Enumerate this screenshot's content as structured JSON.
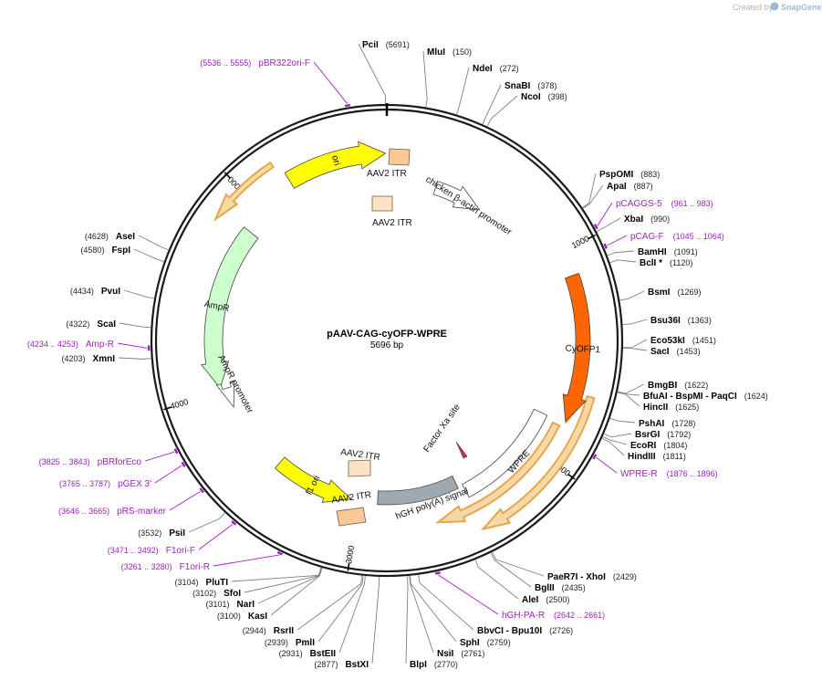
{
  "credit": {
    "text": "Created by",
    "brand": "SnapGene"
  },
  "plasmid": {
    "name": "pAAV-CAG-cyOFP-WPRE",
    "length_label": "5696 bp"
  },
  "ticks": [
    {
      "label": "1000",
      "bp": 1000
    },
    {
      "label": "2000",
      "bp": 2000
    },
    {
      "label": "3000",
      "bp": 3000
    },
    {
      "label": "4000",
      "bp": 4000
    },
    {
      "label": "5000",
      "bp": 5000
    }
  ],
  "enzymes": [
    {
      "name": "PciI",
      "pos": "(5691)",
      "bp": 5691
    },
    {
      "name": "MluI",
      "pos": "(150)",
      "bp": 150
    },
    {
      "name": "NdeI",
      "pos": "(272)",
      "bp": 272
    },
    {
      "name": "SnaBI",
      "pos": "(378)",
      "bp": 378
    },
    {
      "name": "NcoI",
      "pos": "(398)",
      "bp": 398
    },
    {
      "name": "PspOMI",
      "pos": "(883)",
      "bp": 883
    },
    {
      "name": "ApaI",
      "pos": "(887)",
      "bp": 887
    },
    {
      "name": "XbaI",
      "pos": "(990)",
      "bp": 990
    },
    {
      "name": "BamHI",
      "pos": "(1091)",
      "bp": 1091
    },
    {
      "name": "BclI *",
      "pos": "(1120)",
      "bp": 1120
    },
    {
      "name": "BsmI",
      "pos": "(1269)",
      "bp": 1269
    },
    {
      "name": "Bsu36I",
      "pos": "(1363)",
      "bp": 1363
    },
    {
      "name": "Eco53kI",
      "pos": "(1451)",
      "bp": 1451
    },
    {
      "name": "SacI",
      "pos": "(1453)",
      "bp": 1453
    },
    {
      "name": "BmgBI",
      "pos": "(1622)",
      "bp": 1622
    },
    {
      "name": "BfuAI  - BspMI  - PaqCI",
      "pos": "(1624)",
      "bp": 1624
    },
    {
      "name": "HincII",
      "pos": "(1625)",
      "bp": 1625
    },
    {
      "name": "PshAI",
      "pos": "(1728)",
      "bp": 1728
    },
    {
      "name": "BsrGI",
      "pos": "(1792)",
      "bp": 1792
    },
    {
      "name": "EcoRI",
      "pos": "(1804)",
      "bp": 1804
    },
    {
      "name": "HindIII",
      "pos": "(1811)",
      "bp": 1811
    },
    {
      "name": "PaeR7I  - XhoI",
      "pos": "(2429)",
      "bp": 2429
    },
    {
      "name": "BglII",
      "pos": "(2435)",
      "bp": 2435
    },
    {
      "name": "AleI",
      "pos": "(2500)",
      "bp": 2500
    },
    {
      "name": "BbvCI  - Bpu10I",
      "pos": "(2726)",
      "bp": 2726
    },
    {
      "name": "SphI",
      "pos": "(2759)",
      "bp": 2759
    },
    {
      "name": "NsiI",
      "pos": "(2761)",
      "bp": 2761
    },
    {
      "name": "BlpI",
      "pos": "(2770)",
      "bp": 2770
    },
    {
      "name": "BstXI",
      "pos": "(2877)",
      "bp": 2877
    },
    {
      "name": "BstEII",
      "pos": "(2931)",
      "bp": 2931
    },
    {
      "name": "PmlI",
      "pos": "(2939)",
      "bp": 2939
    },
    {
      "name": "RsrII",
      "pos": "(2944)",
      "bp": 2944
    },
    {
      "name": "KasI",
      "pos": "(3100)",
      "bp": 3100
    },
    {
      "name": "NarI",
      "pos": "(3101)",
      "bp": 3101
    },
    {
      "name": "SfoI",
      "pos": "(3102)",
      "bp": 3102
    },
    {
      "name": "PluTI",
      "pos": "(3104)",
      "bp": 3104
    },
    {
      "name": "PsiI",
      "pos": "(3532)",
      "bp": 3532
    },
    {
      "name": "XmnI",
      "pos": "(4203)",
      "bp": 4203
    },
    {
      "name": "ScaI",
      "pos": "(4322)",
      "bp": 4322
    },
    {
      "name": "PvuI",
      "pos": "(4434)",
      "bp": 4434
    },
    {
      "name": "FspI",
      "pos": "(4580)",
      "bp": 4580
    },
    {
      "name": "AseI",
      "pos": "(4628)",
      "bp": 4628
    }
  ],
  "primers": [
    {
      "name": "pBR322ori-F",
      "pos": "(5536 .. 5555)",
      "bp": 5546
    },
    {
      "name": "pCAGGS-5",
      "pos": "(961 .. 983)",
      "bp": 972
    },
    {
      "name": "pCAG-F",
      "pos": "(1045 .. 1064)",
      "bp": 1055
    },
    {
      "name": "WPRE-R",
      "pos": "(1876 .. 1896)",
      "bp": 1886
    },
    {
      "name": "hGH-PA-R",
      "pos": "(2642 .. 2661)",
      "bp": 2652
    },
    {
      "name": "F1ori-R",
      "pos": "(3261 .. 3280)",
      "bp": 3270
    },
    {
      "name": "F1ori-F",
      "pos": "(3471 .. 3492)",
      "bp": 3481
    },
    {
      "name": "pRS-marker",
      "pos": "(3646 .. 3665)",
      "bp": 3655
    },
    {
      "name": "pGEX 3'",
      "pos": "(3765 .. 3787)",
      "bp": 3776
    },
    {
      "name": "pBRforEco",
      "pos": "(3825 .. 3843)",
      "bp": 3834
    },
    {
      "name": "Amp-R",
      "pos": "(4234 .. 4253)",
      "bp": 4243
    }
  ],
  "features": [
    {
      "name": "ori",
      "kind": "arrow",
      "color": "#ffff00",
      "start": 5200,
      "end": 5690,
      "dir": 1
    },
    {
      "name": "AAV2 ITR",
      "kind": "box",
      "color": "#f9c896"
    },
    {
      "name": "AAV2 ITR",
      "kind": "box",
      "color": "#fde3c4"
    },
    {
      "name": "chicken β-actin promoter",
      "kind": "arrow",
      "color": "#ffffff",
      "start": 280,
      "end": 560,
      "dir": 1
    },
    {
      "name": "CyOFP1",
      "kind": "arrow",
      "color": "#ff6600",
      "start": 1120,
      "end": 1810,
      "dir": 1
    },
    {
      "name": "WPRE",
      "kind": "box",
      "color": "#ffffff",
      "start": 1820,
      "end": 2410,
      "dir": 0
    },
    {
      "name": "Factor Xa site",
      "kind": "mark",
      "color": "#c0306a"
    },
    {
      "name": "hGH poly(A) signal",
      "kind": "box",
      "color": "#a0a8b0",
      "start": 2440,
      "end": 2900,
      "dir": 0
    },
    {
      "name": "AAV2 ITR",
      "kind": "box",
      "color": "#f9c896"
    },
    {
      "name": "AAV2 ITR",
      "kind": "box",
      "color": "#fde3c4"
    },
    {
      "name": "f1 ori",
      "kind": "arrow",
      "color": "#ffff00",
      "start": 3050,
      "end": 3500,
      "dir": -1
    },
    {
      "name": "AmpR",
      "kind": "arrow",
      "color": "#ccffcc",
      "start": 4020,
      "end": 4880,
      "dir": -1
    },
    {
      "name": "AmpR promoter",
      "kind": "arrow",
      "color": "#ffffff",
      "start": 3900,
      "end": 4010,
      "dir": -1
    }
  ],
  "colors": {
    "backbone": "#000000",
    "enzyme_line": "#808080",
    "primer": "#a020c0",
    "orf_highlight": "#f4b860"
  }
}
